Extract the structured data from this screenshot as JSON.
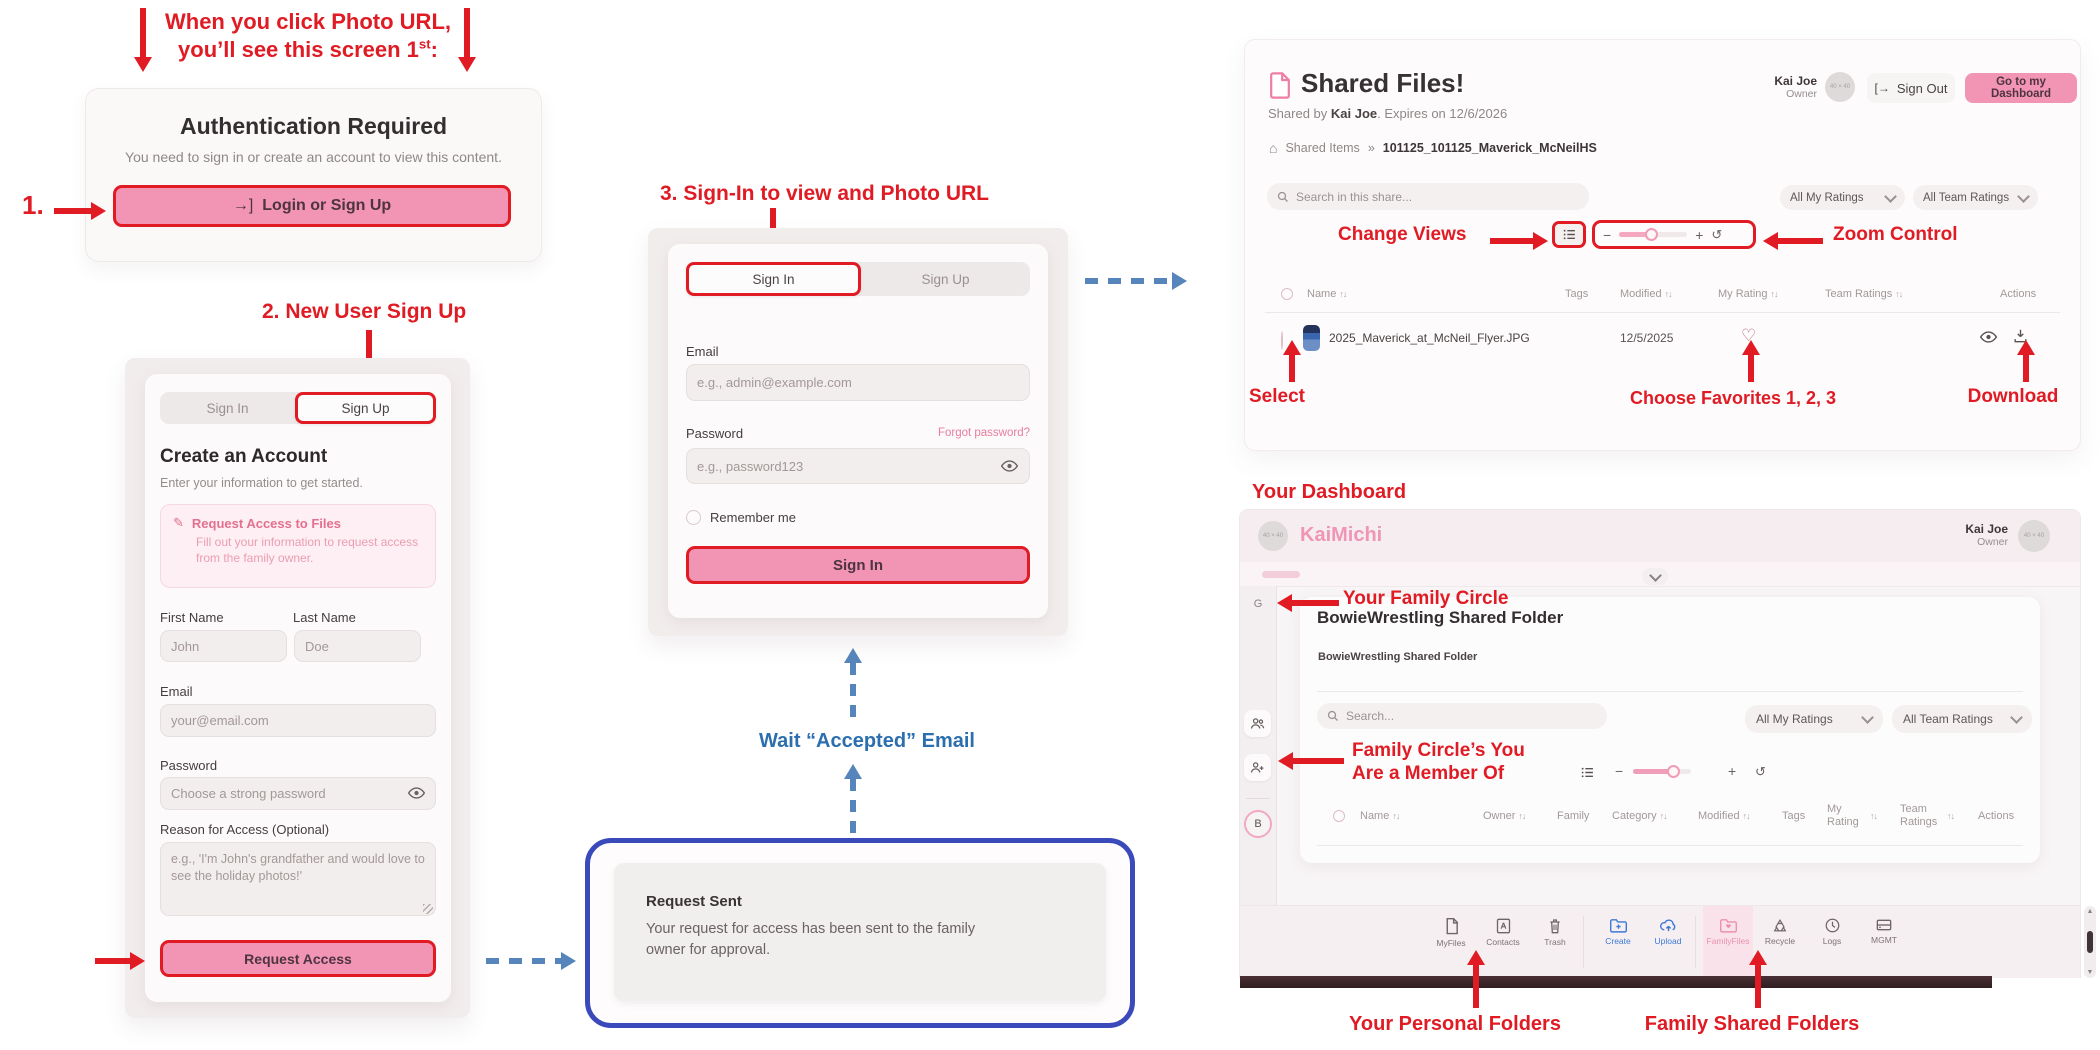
{
  "icons": {
    "login": "→]",
    "signout": "[→",
    "home": "⌂",
    "heart": "♡",
    "reset": "↺",
    "pencil": "✎",
    "sort": "↑↓",
    "crumb_sep": "»",
    "scroll_up": "▲",
    "scroll_down": "▼",
    "minus": "−",
    "plus": "+"
  },
  "colors": {
    "annotation_red": "#e01b24",
    "pink_button": "#f294b4",
    "blue_arrow": "#5585bb",
    "navy_dialog_border": "#3b4aba"
  },
  "intro": {
    "line1": "When you click Photo URL,",
    "line2_pre": "you’ll see this screen 1",
    "line2_sup": "st",
    "line2_post": ":",
    "step1": "1."
  },
  "auth": {
    "title": "Authentication Required",
    "subtitle": "You need to sign in or create an account to view this content.",
    "login_button": "Login or Sign Up"
  },
  "signup": {
    "annotation": "2. New User Sign Up",
    "tab_signin": "Sign In",
    "tab_signup": "Sign Up",
    "heading": "Create an Account",
    "subheading": "Enter your information to get started.",
    "notice_title": "Request Access to Files",
    "notice_body": "Fill out your information to request access from the family owner.",
    "first_name_label": "First Name",
    "first_name_placeholder": "John",
    "last_name_label": "Last Name",
    "last_name_placeholder": "Doe",
    "email_label": "Email",
    "email_placeholder": "your@email.com",
    "password_label": "Password",
    "password_placeholder": "Choose a strong password",
    "reason_label": "Reason for Access (Optional)",
    "reason_placeholder": "e.g., 'I'm John's grandfather and would love to see the holiday photos!'",
    "submit_button": "Request Access"
  },
  "signin": {
    "annotation": "3. Sign-In to view and Photo URL",
    "tab_signin": "Sign In",
    "tab_signup": "Sign Up",
    "email_label": "Email",
    "email_placeholder": "e.g., admin@example.com",
    "password_label": "Password",
    "forgot_link": "Forgot password?",
    "password_placeholder": "e.g., password123",
    "remember_label": "Remember me",
    "submit_button": "Sign In"
  },
  "wait_note": {
    "text": "Wait “Accepted” Email"
  },
  "request_sent": {
    "title": "Request Sent",
    "body": "Your request for access has been sent to the family owner for approval."
  },
  "shared": {
    "title": "Shared Files!",
    "shared_by_label": "Shared by",
    "owner_name": "Kai Joe",
    "expires_label": ". Expires on 12/6/2026",
    "user_name": "Kai Joe",
    "user_role": "Owner",
    "avatar_text": "40 × 40",
    "signout_label": "Sign Out",
    "dashboard_button": "Go to my Dashboard",
    "crumb_root": "Shared Items",
    "crumb_current": "101125_101125_Maverick_McNeilHS",
    "search_placeholder": "Search in this share...",
    "filter_my": "All My Ratings",
    "filter_team": "All Team Ratings",
    "ann_change_views": "Change Views",
    "ann_zoom": "Zoom Control",
    "cols": {
      "name": "Name",
      "tags": "Tags",
      "modified": "Modified",
      "my_rating": "My Rating",
      "team_ratings": "Team Ratings",
      "actions": "Actions"
    },
    "file": {
      "name": "2025_Maverick_at_McNeil_Flyer.JPG",
      "modified": "12/5/2025"
    },
    "ann_select": "Select",
    "ann_favorites": "Choose Favorites 1, 2, 3",
    "ann_download": "Download"
  },
  "dash": {
    "ann_title": "Your Dashboard",
    "brand": "KaiMichi",
    "avatar_text": "40 × 40",
    "user_name": "Kai Joe",
    "user_role": "Owner",
    "ann_family": "Your Family Circle",
    "ann_member1": "Family Circle’s You",
    "ann_member2": "Are a Member Of",
    "sidebar_g": "G",
    "sidebar_b": "B",
    "heading": "BowieWrestling Shared Folder",
    "subheading": "BowieWrestling Shared Folder",
    "search_placeholder": "Search...",
    "filter_my": "All My Ratings",
    "filter_team": "All Team Ratings",
    "cols": {
      "name": "Name",
      "owner": "Owner",
      "family": "Family",
      "category": "Category",
      "modified": "Modified",
      "tags": "Tags",
      "my_rating": "My Rating",
      "team_ratings": "Team Ratings",
      "actions": "Actions"
    },
    "toolbar": [
      {
        "label": "MyFiles"
      },
      {
        "label": "Contacts"
      },
      {
        "label": "Trash"
      },
      {
        "label": "Create"
      },
      {
        "label": "Upload"
      },
      {
        "label": "FamilyFiles"
      },
      {
        "label": "Recycle"
      },
      {
        "label": "Logs"
      },
      {
        "label": "MGMT"
      }
    ],
    "ann_personal": "Your Personal Folders",
    "ann_shared": "Family Shared Folders"
  }
}
